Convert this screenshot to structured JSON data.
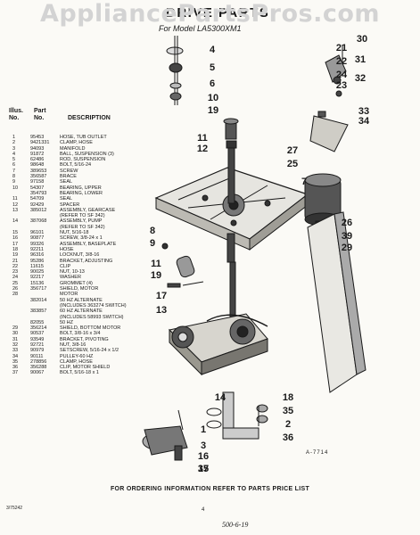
{
  "watermark": "AppliancePartsPros.com",
  "title": "DRIVE PARTS",
  "model_line": "For Model LA5300XM1",
  "table_headers": {
    "illus": "Illus.",
    "no": "No.",
    "part": "Part",
    "partno": "No.",
    "description": "DESCRIPTION"
  },
  "parts": [
    {
      "n": "1",
      "p": "95453",
      "d": "HOSE, TUB OUTLET"
    },
    {
      "n": "2",
      "p": "9421331",
      "d": "CLAMP, HOSE"
    },
    {
      "n": "3",
      "p": "94093",
      "d": "MANIFOLD"
    },
    {
      "n": "4",
      "p": "91872",
      "d": "BALL, SUSPENSION (3)"
    },
    {
      "n": "5",
      "p": "62486",
      "d": "ROD, SUSPENSION"
    },
    {
      "n": "6",
      "p": "98648",
      "d": "BOLT, 5/16-24"
    },
    {
      "n": "7",
      "p": "389653",
      "d": "SCREW"
    },
    {
      "n": "8",
      "p": "356587",
      "d": "BRACE"
    },
    {
      "n": "9",
      "p": "97158",
      "d": "SEAL"
    },
    {
      "n": "10",
      "p": "54307",
      "d": "BEARING, UPPER"
    },
    {
      "n": "",
      "p": "354793",
      "d": "BEARING, LOWER"
    },
    {
      "n": "11",
      "p": "54709",
      "d": "SEAL"
    },
    {
      "n": "12",
      "p": "92429",
      "d": "SPACER"
    },
    {
      "n": "13",
      "p": "385012",
      "d": "ASSEMBLY, GEARCASE"
    },
    {
      "n": "",
      "p": "",
      "d": "(REFER TO SF 342)"
    },
    {
      "n": "14",
      "p": "387068",
      "d": "ASSEMBLY, PUMP"
    },
    {
      "n": "",
      "p": "",
      "d": "(REFER TO SF 342)"
    },
    {
      "n": "15",
      "p": "96101",
      "d": "NUT, 5/16-18"
    },
    {
      "n": "16",
      "p": "90877",
      "d": "SCREW, 3/8-24 x 1"
    },
    {
      "n": "17",
      "p": "99326",
      "d": "ASSEMBLY, BASEPLATE"
    },
    {
      "n": "18",
      "p": "92211",
      "d": "HOSE"
    },
    {
      "n": "19",
      "p": "96316",
      "d": "LOCKNUT, 3/8-16"
    },
    {
      "n": "21",
      "p": "95286",
      "d": "BRACKET, ADJUSTING"
    },
    {
      "n": "22",
      "p": "11615",
      "d": "CLIP"
    },
    {
      "n": "23",
      "p": "90025",
      "d": "NUT, 10-13"
    },
    {
      "n": "24",
      "p": "92217",
      "d": "WASHER"
    },
    {
      "n": "25",
      "p": "15136",
      "d": "GROMMET (4)"
    },
    {
      "n": "26",
      "p": "356717",
      "d": "SHIELD, MOTOR"
    },
    {
      "n": "28",
      "p": "",
      "d": "MOTOR"
    },
    {
      "n": "",
      "p": "382014",
      "d": "50 HZ ALTERNATE"
    },
    {
      "n": "",
      "p": "",
      "d": "(INCLUDES 363274 SWITCH)"
    },
    {
      "n": "",
      "p": "383857",
      "d": "60 HZ ALTERNATE"
    },
    {
      "n": "",
      "p": "",
      "d": "(INCLUDES 58993 SWITCH)"
    },
    {
      "n": "",
      "p": "82055",
      "d": "50 HZ"
    },
    {
      "n": "29",
      "p": "356214",
      "d": "SHIELD, BOTTOM MOTOR"
    },
    {
      "n": "30",
      "p": "90537",
      "d": "BOLT, 3/8-16 x 3/4"
    },
    {
      "n": "31",
      "p": "93549",
      "d": "BRACKET, PIVOTING"
    },
    {
      "n": "32",
      "p": "92721",
      "d": "NUT, 3/8-16"
    },
    {
      "n": "33",
      "p": "90979",
      "d": "SETSCREW, 5/16-24 x 1/2"
    },
    {
      "n": "34",
      "p": "90111",
      "d": "PULLEY-60 HZ"
    },
    {
      "n": "35",
      "p": "278856",
      "d": "CLAMP, HOSE"
    },
    {
      "n": "36",
      "p": "356288",
      "d": "CLIP, MOTOR SHIELD"
    },
    {
      "n": "37",
      "p": "90067",
      "d": "BOLT, 5/16-18 x 1"
    }
  ],
  "callouts": [
    "30",
    "4",
    "5",
    "21",
    "22",
    "24",
    "23",
    "31",
    "32",
    "33",
    "34",
    "6",
    "10",
    "19",
    "11",
    "12",
    "27",
    "25",
    "7",
    "26",
    "39",
    "29",
    "8",
    "9",
    "11",
    "19",
    "17",
    "13",
    "14",
    "18",
    "35",
    "2",
    "36",
    "1",
    "3",
    "16",
    "15",
    "37"
  ],
  "diagram_code": "A-7714",
  "footer": "FOR ORDERING INFORMATION REFER TO PARTS PRICE LIST",
  "page_code": "3/75242",
  "page_number": "4",
  "hand_note": "500-6-19",
  "ink_color": "#1a1a1a",
  "paper_color": "#fbfaf6"
}
